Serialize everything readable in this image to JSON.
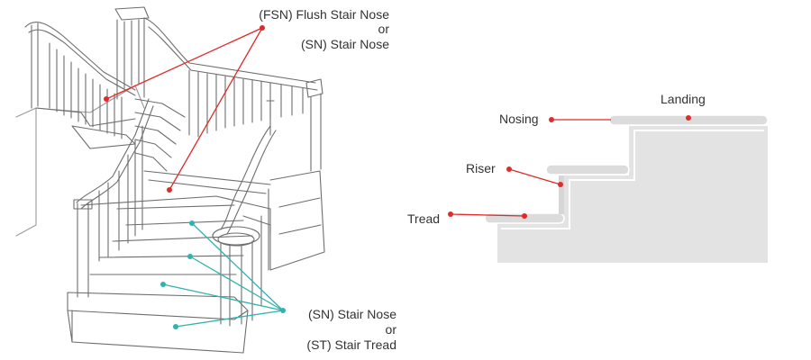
{
  "left_figure": {
    "callout_top": {
      "line1": "(FSN) Flush Stair Nose",
      "line2": "or",
      "line3": "(SN) Stair Nose"
    },
    "callout_bottom": {
      "line1": "(SN) Stair Nose",
      "line2": "or",
      "line3": "(ST) Stair Tread"
    }
  },
  "right_figure": {
    "landing": "Landing",
    "nosing": "Nosing",
    "riser": "Riser",
    "tread": "Tread"
  },
  "colors": {
    "red_leader": "#e02b2b",
    "teal_leader": "#2eb3ad",
    "profile_fill": "#e3e3e3",
    "line_art": "#6e6e6e"
  }
}
